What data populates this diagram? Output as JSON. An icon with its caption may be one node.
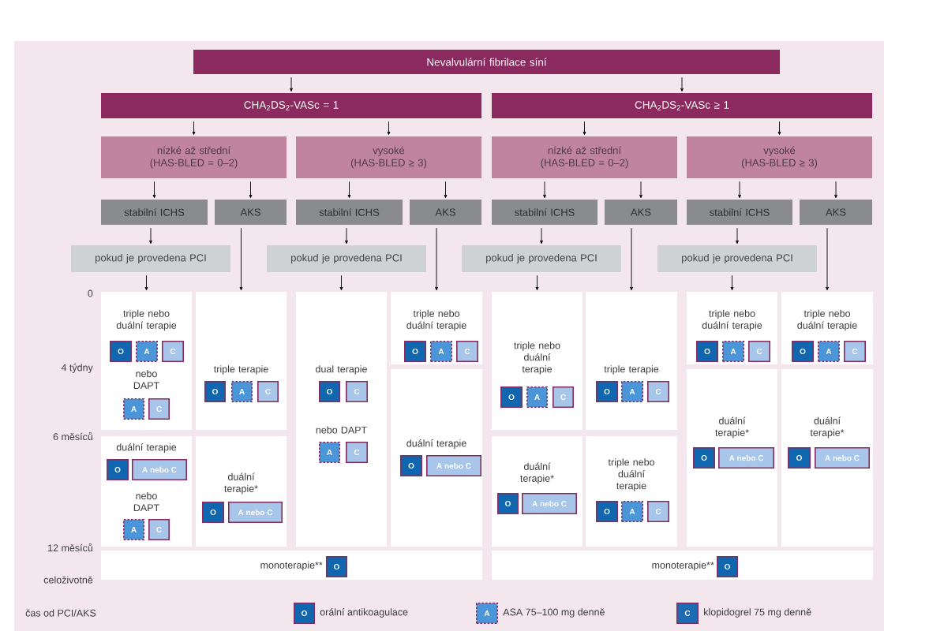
{
  "diagram": {
    "nodes": [
      {
        "text": [
          "Nevalvulární fibrilace síní"
        ]
      },
      {
        "text": [
          "CHA$_{2}$DS$_{2}$-VASc = 1"
        ]
      },
      {
        "text": [
          "CHA$_{2}$DS$_{2}$-VASc ≥ 1"
        ]
      },
      {
        "text": [
          "nízké až střední (HAS-BLED = 0–2)"
        ]
      },
      {
        "text": [
          "vysoké (HAS-BLED ≥ 3)"
        ]
      },
      {
        "text": [
          "nízké až střední (HAS-BLED = 0–2)"
        ]
      },
      {
        "text": [
          "vysoké (HAS-BLED ≥ 3)"
        ]
      },
      {
        "text": [
          "stabilní ICHS"
        ]
      },
      {
        "text": [
          "AKS"
        ]
      },
      {
        "text": [
          "stabilní ICHS"
        ]
      },
      {
        "text": [
          "AKS"
        ]
      },
      {
        "text": [
          "stabilní ICHS"
        ]
      },
      {
        "text": [
          "AKS"
        ]
      },
      {
        "text": [
          "stabilní ICHS"
        ]
      },
      {
        "text": [
          "AKS"
        ]
      },
      {
        "text": [
          "pokud je provedena PCI"
        ]
      },
      {
        "text": [
          "pokud je provedena PCI"
        ]
      },
      {
        "text": [
          "pokud je provedena PCI"
        ]
      },
      {
        "text": [
          "pokud je provedena PCI"
        ]
      },
      {
        "text": [
          "triple nebo duální terapie",
          "nebo DAPT"
        ]
      },
      {
        "text": [
          "O"
        ],
        "in": 19
      },
      {
        "text": [
          "A"
        ],
        "in": 19
      },
      {
        "text": [
          "C"
        ],
        "in": 19
      },
      {
        "text": [
          "A"
        ],
        "in": 19
      },
      {
        "text": [
          "C"
        ],
        "in": 19
      },
      {
        "text": [
          "duální terapie",
          "nebo DAPT"
        ]
      },
      {
        "text": [
          "O"
        ],
        "in": 25
      },
      {
        "text": [
          "A nebo C"
        ],
        "in": 25
      },
      {
        "text": [
          "A"
        ],
        "in": 25
      },
      {
        "text": [
          "C"
        ],
        "in": 25
      },
      {
        "text": [
          "triple terapie"
        ]
      },
      {
        "text": [
          "O"
        ],
        "in": 30
      },
      {
        "text": [
          "A"
        ],
        "in": 30
      },
      {
        "text": [
          "C"
        ],
        "in": 30
      },
      {
        "text": [
          "duální terapie*"
        ]
      },
      {
        "text": [
          "O"
        ],
        "in": 34
      },
      {
        "text": [
          "A nebo C"
        ],
        "in": 34
      },
      {
        "text": [
          "dual terapie",
          "nebo DAPT"
        ]
      },
      {
        "text": [
          "O"
        ],
        "in": 37
      },
      {
        "text": [
          "C"
        ],
        "in": 37
      },
      {
        "text": [
          "A"
        ],
        "in": 37
      },
      {
        "text": [
          "C"
        ],
        "in": 37
      },
      {
        "text": [
          "triple nebo duální terapie"
        ]
      },
      {
        "text": [
          "O"
        ],
        "in": 42
      },
      {
        "text": [
          "A"
        ],
        "in": 42
      },
      {
        "text": [
          "C"
        ],
        "in": 42
      },
      {
        "text": [
          "duální terapie"
        ]
      },
      {
        "text": [
          "O"
        ],
        "in": 46
      },
      {
        "text": [
          "A nebo C"
        ],
        "in": 46
      },
      {
        "text": [
          "triple nebo duální terapie"
        ]
      },
      {
        "text": [
          "O"
        ],
        "in": 49
      },
      {
        "text": [
          "A"
        ],
        "in": 49
      },
      {
        "text": [
          "C"
        ],
        "in": 49
      },
      {
        "text": [
          "duální terapie*"
        ]
      },
      {
        "text": [
          "O"
        ],
        "in": 53
      },
      {
        "text": [
          "A nebo C"
        ],
        "in": 53
      },
      {
        "text": [
          "triple terapie"
        ]
      },
      {
        "text": [
          "O"
        ],
        "in": 56
      },
      {
        "text": [
          "A"
        ],
        "in": 56
      },
      {
        "text": [
          "C"
        ],
        "in": 56
      },
      {
        "text": [
          "triple nebo duální terapie"
        ]
      },
      {
        "text": [
          "O"
        ],
        "in": 60
      },
      {
        "text": [
          "A"
        ],
        "in": 60
      },
      {
        "text": [
          "C"
        ],
        "in": 60
      },
      {
        "text": [
          "triple nebo duální terapie"
        ]
      },
      {
        "text": [
          "O"
        ],
        "in": 64
      },
      {
        "text": [
          "A"
        ],
        "in": 64
      },
      {
        "text": [
          "C"
        ],
        "in": 64
      },
      {
        "text": [
          "duální terapie*"
        ]
      },
      {
        "text": [
          "O"
        ],
        "in": 68
      },
      {
        "text": [
          "A nebo C"
        ],
        "in": 68
      },
      {
        "text": [
          "triple nebo duální terapie"
        ]
      },
      {
        "text": [
          "O"
        ],
        "in": 71
      },
      {
        "text": [
          "A"
        ],
        "in": 71
      },
      {
        "text": [
          "C"
        ],
        "in": 71
      },
      {
        "text": [
          "duální terapie*"
        ]
      },
      {
        "text": [
          "O"
        ],
        "in": 75
      },
      {
        "text": [
          "A nebo C"
        ],
        "in": 75
      },
      {
        "text": [
          "monoterapie**"
        ]
      },
      {
        "text": [
          "O"
        ],
        "in": 78
      },
      {
        "text": [
          "monoterapie**"
        ]
      },
      {
        "text": [
          "O"
        ],
        "in": 80
      }
    ],
    "edges": [
      {
        "from": 0,
        "to": 1,
        "arrow": "to"
      },
      {
        "from": 0,
        "to": 2,
        "arrow": "to"
      },
      {
        "from": 1,
        "to": 3,
        "arrow": "to"
      },
      {
        "from": 1,
        "to": 4,
        "arrow": "to"
      },
      {
        "from": 2,
        "to": 5,
        "arrow": "to"
      },
      {
        "from": 2,
        "to": 6,
        "arrow": "to"
      },
      {
        "from": 3,
        "to": 7,
        "arrow": "to"
      },
      {
        "from": 3,
        "to": 8,
        "arrow": "to"
      },
      {
        "from": 4,
        "to": 9,
        "arrow": "to"
      },
      {
        "from": 4,
        "to": 10,
        "arrow": "to"
      },
      {
        "from": 5,
        "to": 11,
        "arrow": "to"
      },
      {
        "from": 5,
        "to": 12,
        "arrow": "to"
      },
      {
        "from": 6,
        "to": 13,
        "arrow": "to"
      },
      {
        "from": 6,
        "to": 14,
        "arrow": "to"
      },
      {
        "from": 7,
        "to": 15,
        "arrow": "to"
      },
      {
        "from": 9,
        "to": 16,
        "arrow": "to"
      },
      {
        "from": 11,
        "to": 17,
        "arrow": "to"
      },
      {
        "from": 13,
        "to": 18,
        "arrow": "to"
      },
      {
        "from": 15,
        "to": 19,
        "arrow": "to"
      },
      {
        "from": 8,
        "to": 30,
        "arrow": "to"
      },
      {
        "from": 16,
        "to": 37,
        "arrow": "to"
      },
      {
        "from": 10,
        "to": 42,
        "arrow": "to"
      },
      {
        "from": 17,
        "to": 49,
        "arrow": "to"
      },
      {
        "from": 12,
        "to": 56,
        "arrow": "to"
      },
      {
        "from": 18,
        "to": 64,
        "arrow": "to"
      },
      {
        "from": 14,
        "to": 71,
        "arrow": "to"
      }
    ],
    "labels": [
      "0",
      "4 týdny",
      "6 měsíců",
      "12 měsíců",
      "celoživotně",
      "čas od PCI/AKS",
      "O",
      "A",
      "C"
    ],
    "legend": [
      {
        "text": "orální antikoagulace",
        "color": "#1067b0"
      },
      {
        "text": "ASA 75–100 mg denně",
        "color": "#4b96d8"
      },
      {
        "text": "klopidogrel 75 mg denně",
        "color": "#1c6cb3"
      }
    ]
  }
}
